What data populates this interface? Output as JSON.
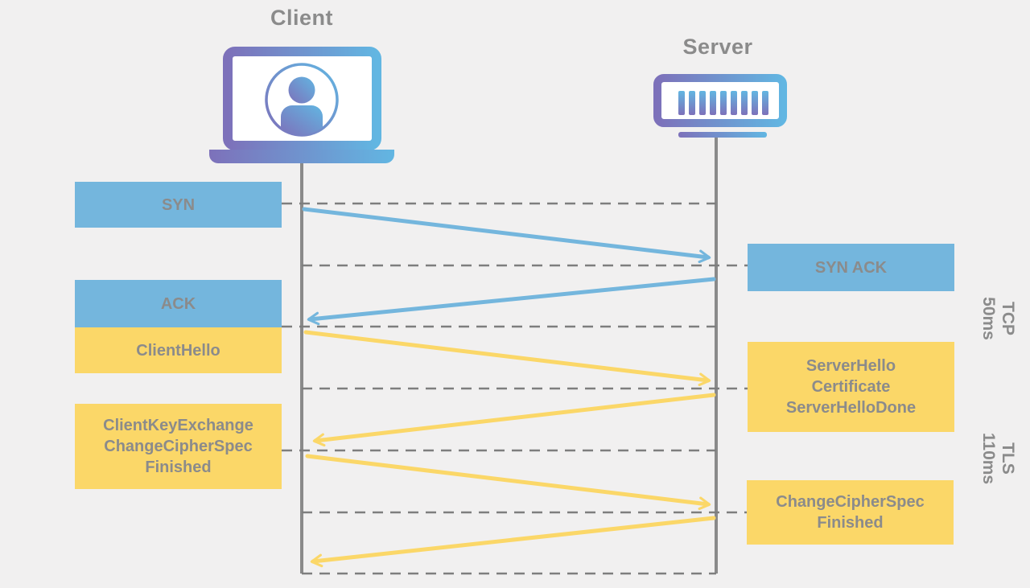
{
  "actors": {
    "client": {
      "label": "Client"
    },
    "server": {
      "label": "Server"
    }
  },
  "phases": {
    "tcp": {
      "name": "TCP",
      "duration": "50ms"
    },
    "tls": {
      "name": "TLS",
      "duration": "110ms"
    }
  },
  "messages": {
    "syn": {
      "label": "SYN",
      "from": "client",
      "to": "server",
      "phase": "tcp"
    },
    "syn_ack": {
      "label": "SYN ACK",
      "from": "server",
      "to": "client",
      "phase": "tcp"
    },
    "ack": {
      "label": "ACK",
      "from": "client",
      "to": "server",
      "phase": "tcp"
    },
    "client_hello": {
      "label": "ClientHello",
      "from": "client",
      "to": "server",
      "phase": "tls"
    },
    "server_hello_bundle": {
      "lines": [
        "ServerHello",
        "Certificate",
        "ServerHelloDone"
      ],
      "from": "server",
      "to": "client",
      "phase": "tls"
    },
    "client_key_bundle": {
      "lines": [
        "ClientKeyExchange",
        "ChangeCipherSpec",
        "Finished"
      ],
      "from": "client",
      "to": "server",
      "phase": "tls"
    },
    "server_finish_bundle": {
      "lines": [
        "ChangeCipherSpec",
        "Finished"
      ],
      "from": "server",
      "to": "client",
      "phase": "tls"
    }
  },
  "icons": {
    "client": "laptop-user-icon",
    "server": "server-rack-icon"
  },
  "colors": {
    "background": "#f1f0f0",
    "tcp_blue": "#74b6dd",
    "tls_yellow": "#fbd768",
    "text_gray": "#8b8b8b",
    "lifeline_gray": "#8a8a8a",
    "dash_gray": "#7e7e7e",
    "gradient_purple": "#7d71ba",
    "gradient_blue": "#62b6e2"
  }
}
